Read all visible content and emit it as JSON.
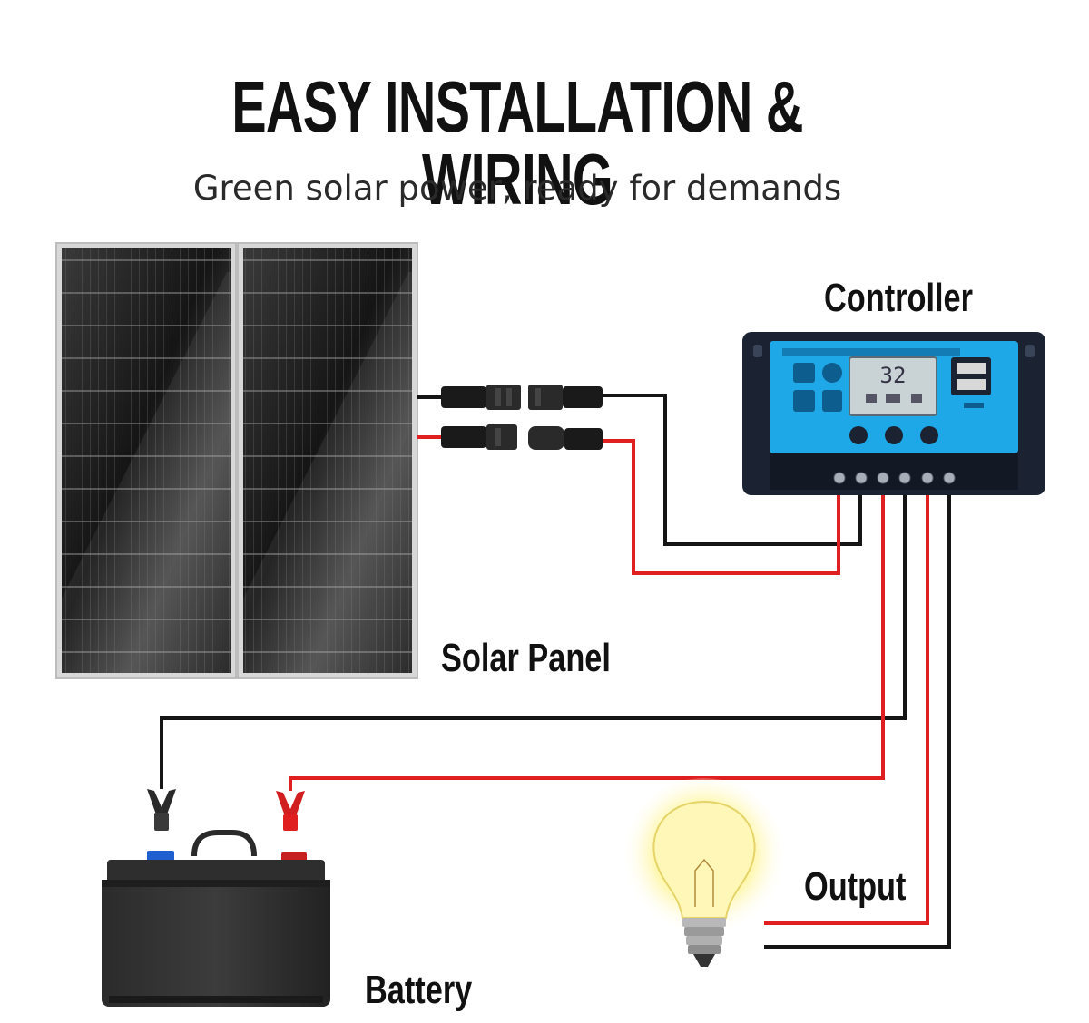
{
  "header": {
    "title": "EASY INSTALLATION & WIRING",
    "subtitle": "Green solar power, ready for demands"
  },
  "labels": {
    "controller": "Controller",
    "solar_panel": "Solar Panel",
    "battery": "Battery",
    "output": "Output"
  },
  "controller_display": {
    "reading": "32"
  },
  "colors": {
    "positive_wire": "#e02020",
    "negative_wire": "#151515",
    "controller_face": "#1fa8e8",
    "controller_body": "#1b2333",
    "bulb_glow": "#fff59a"
  }
}
